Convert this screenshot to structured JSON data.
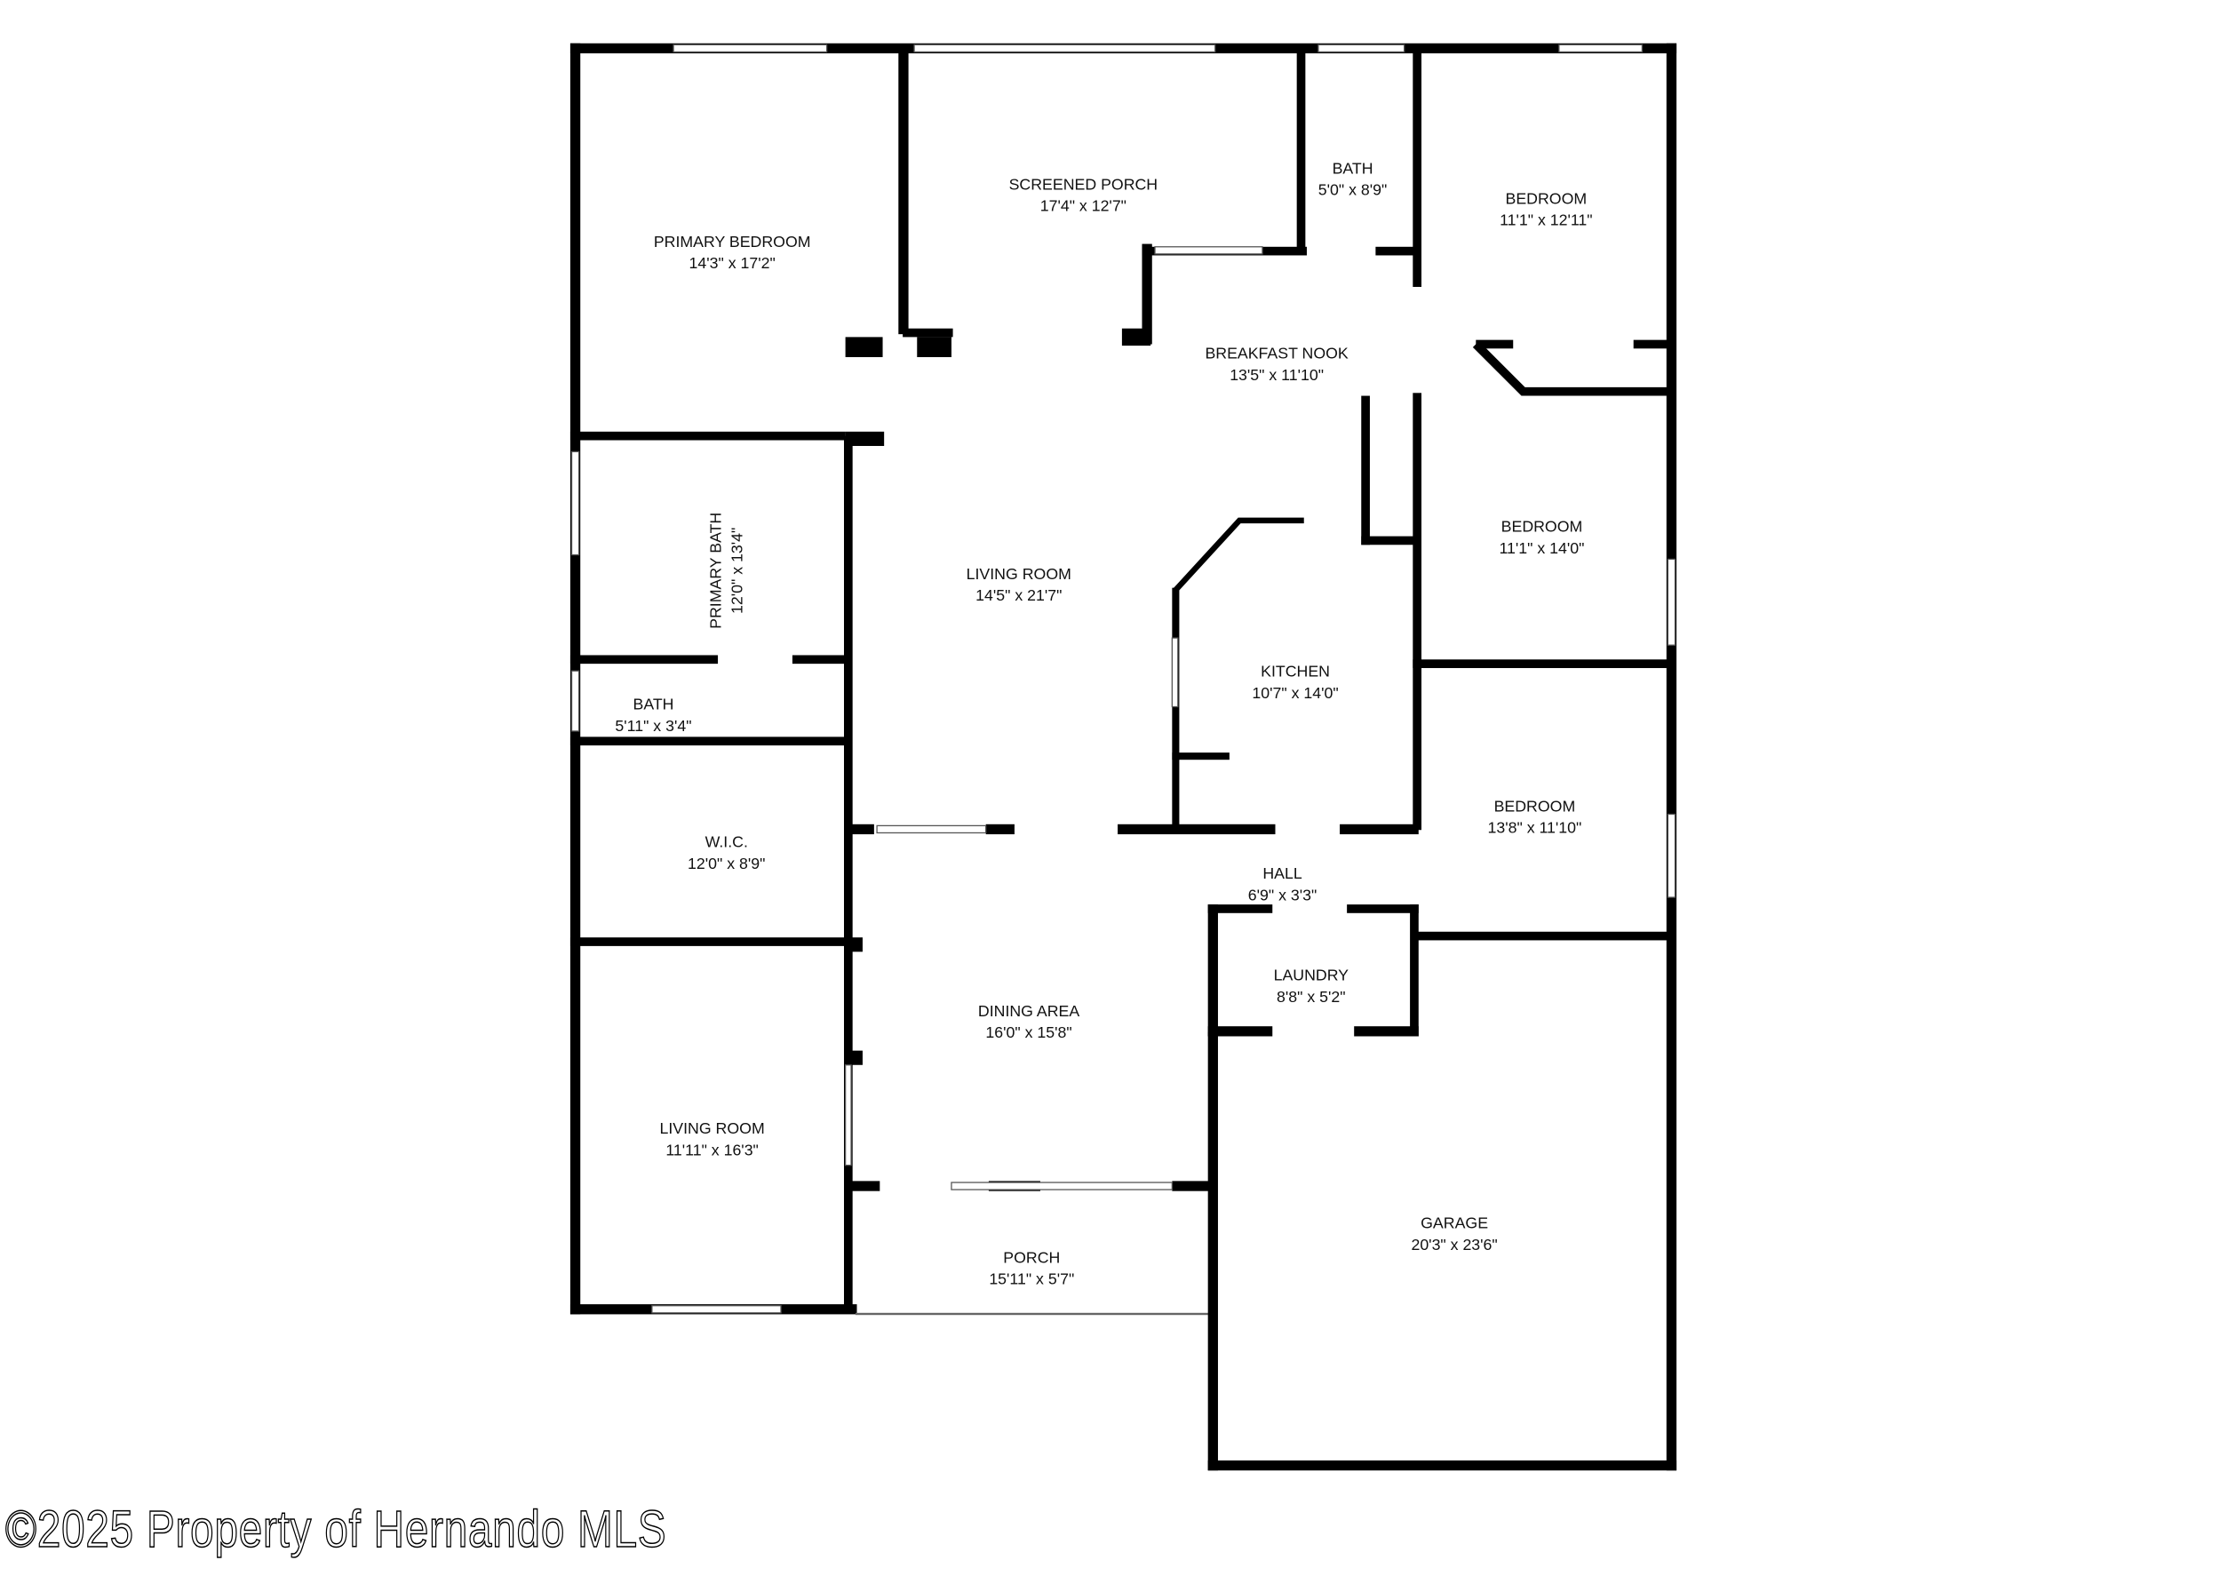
{
  "rooms": [
    {
      "name": "PRIMARY BEDROOM",
      "dims": "14'3\" x 17'2\""
    },
    {
      "name": "SCREENED PORCH",
      "dims": "17'4\" x 12'7\""
    },
    {
      "name": "BATH",
      "dims": "5'0\" x 8'9\""
    },
    {
      "name": "BEDROOM",
      "dims": "11'1\" x 12'11\""
    },
    {
      "name": "BREAKFAST NOOK",
      "dims": "13'5\" x 11'10\""
    },
    {
      "name": "PRIMARY BATH",
      "dims": "12'0\" x 13'4\""
    },
    {
      "name": "LIVING ROOM",
      "dims": "14'5\" x 21'7\""
    },
    {
      "name": "BEDROOM",
      "dims": "11'1\" x 14'0\""
    },
    {
      "name": "KITCHEN",
      "dims": "10'7\" x 14'0\""
    },
    {
      "name": "BATH",
      "dims": "5'11\" x 3'4\""
    },
    {
      "name": "W.I.C.",
      "dims": "12'0\" x 8'9\""
    },
    {
      "name": "HALL",
      "dims": "6'9\" x 3'3\""
    },
    {
      "name": "BEDROOM",
      "dims": "13'8\" x 11'10\""
    },
    {
      "name": "LAUNDRY",
      "dims": "8'8\" x 5'2\""
    },
    {
      "name": "DINING AREA",
      "dims": "16'0\" x 15'8\""
    },
    {
      "name": "LIVING ROOM",
      "dims": "11'11\" x 16'3\""
    },
    {
      "name": "PORCH",
      "dims": "15'11\" x 5'7\""
    },
    {
      "name": "GARAGE",
      "dims": "20'3\" x 23'6\""
    }
  ],
  "watermark": "©2025 Property of Hernando MLS"
}
